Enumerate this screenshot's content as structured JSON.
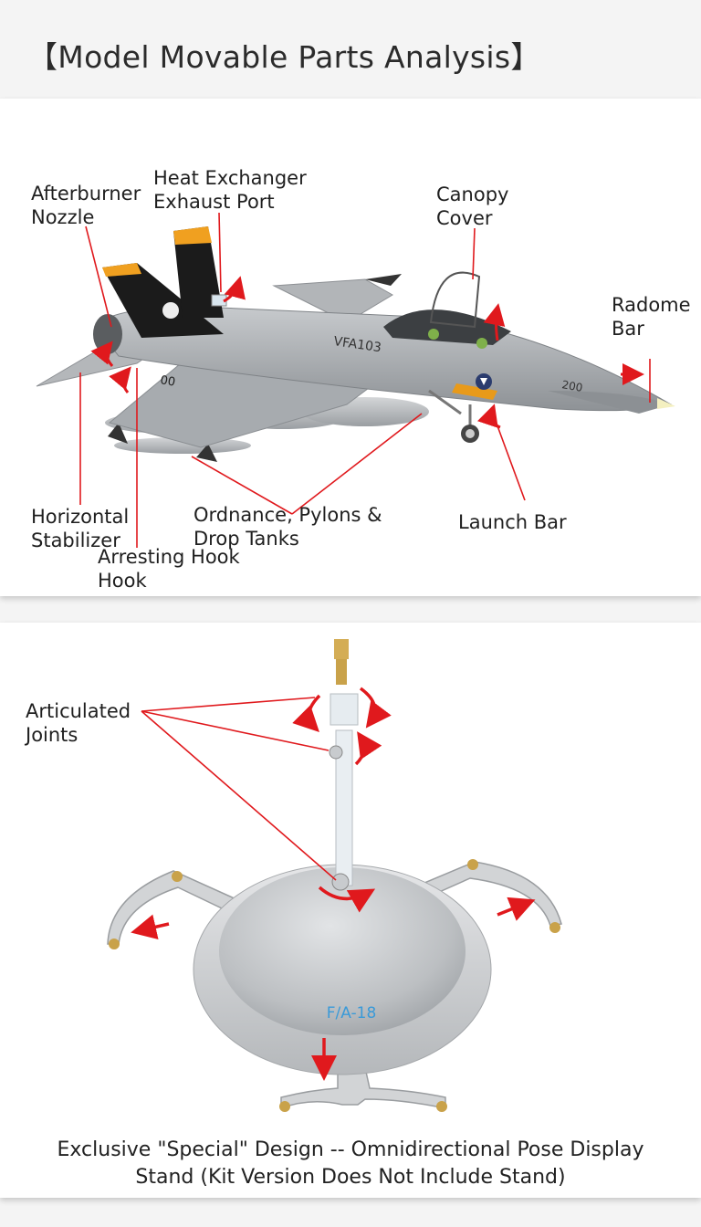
{
  "header": {
    "title": "【Model Movable Parts Analysis】"
  },
  "aircraft_panel": {
    "labels": {
      "afterburner_nozzle": [
        "Afterburner",
        "Nozzle"
      ],
      "heat_exchanger": [
        "Heat Exchanger",
        "Exhaust Port"
      ],
      "canopy_cover": [
        "Canopy",
        "Cover"
      ],
      "radome_bar": [
        "Radome",
        "Bar"
      ],
      "horizontal_stabilizer": [
        "Horizontal",
        "Stabilizer"
      ],
      "ordnance": [
        "Ordnance, Pylons &",
        "Drop Tanks"
      ],
      "launch_bar": [
        "Launch Bar"
      ],
      "arresting_hook": [
        "Arresting Hook",
        "Hook"
      ]
    },
    "aircraft_markings": {
      "modex": "VFA103",
      "side_number": "200",
      "tail_number": "00"
    }
  },
  "stand_panel": {
    "labels": {
      "articulated_joints": [
        "Articulated",
        "Joints"
      ]
    },
    "base_marking": "F/A-18",
    "caption": [
      "Exclusive \"Special\" Design -- Omnidirectional Pose Display",
      "Stand  (Kit Version Does Not Include Stand)"
    ]
  },
  "colors": {
    "arrow_red": "#e0191d",
    "jet_gray": "#a9adb1",
    "tail_black": "#1b1b1b",
    "tail_orange": "#f0a020",
    "stand_silver": "#c9cbcd"
  }
}
